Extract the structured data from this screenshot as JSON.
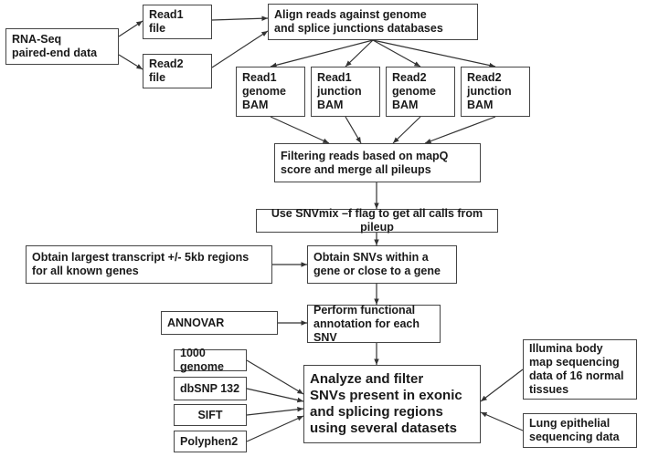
{
  "nodes": {
    "rnaseq": "RNA-Seq\npaired-end data",
    "read1_file": "Read1\nfile",
    "read2_file": "Read2\nfile",
    "align": "Align reads against genome\nand splice junctions databases",
    "r1_genome_bam": "Read1\ngenome\nBAM",
    "r1_junction_bam": "Read1\njunction\nBAM",
    "r2_genome_bam": "Read2\ngenome\nBAM",
    "r2_junction_bam": "Read2\njunction\nBAM",
    "filter": "Filtering reads based on mapQ\nscore and merge all pileups",
    "snvmix": "Use SNVmix –f flag to get all calls from pileup",
    "largest_transcript": "Obtain largest transcript +/- 5kb regions\nfor all known genes",
    "obtain_snvs": "Obtain SNVs within a\ngene or close to a gene",
    "annovar": "ANNOVAR",
    "functional": "Perform functional\nannotation for each SNV",
    "g1000": "1000 genome",
    "dbsnp": "dbSNP 132",
    "sift": "SIFT",
    "polyphen": "Polyphen2",
    "analyze": "Analyze and filter\nSNVs present in exonic\nand splicing regions\nusing several datasets",
    "illumina": "Illumina body\nmap sequencing\ndata of 16 normal\ntissues",
    "lung": "Lung epithelial\nsequencing data"
  },
  "edges": [
    [
      "rnaseq",
      "read1_file"
    ],
    [
      "rnaseq",
      "read2_file"
    ],
    [
      "read1_file",
      "align"
    ],
    [
      "read2_file",
      "align"
    ],
    [
      "align",
      "r1_genome_bam"
    ],
    [
      "align",
      "r1_junction_bam"
    ],
    [
      "align",
      "r2_genome_bam"
    ],
    [
      "align",
      "r2_junction_bam"
    ],
    [
      "r1_genome_bam",
      "filter"
    ],
    [
      "r1_junction_bam",
      "filter"
    ],
    [
      "r2_genome_bam",
      "filter"
    ],
    [
      "r2_junction_bam",
      "filter"
    ],
    [
      "filter",
      "snvmix"
    ],
    [
      "snvmix",
      "obtain_snvs"
    ],
    [
      "largest_transcript",
      "obtain_snvs"
    ],
    [
      "obtain_snvs",
      "functional"
    ],
    [
      "annovar",
      "functional"
    ],
    [
      "functional",
      "analyze"
    ],
    [
      "g1000",
      "analyze"
    ],
    [
      "dbsnp",
      "analyze"
    ],
    [
      "sift",
      "analyze"
    ],
    [
      "polyphen",
      "analyze"
    ],
    [
      "illumina",
      "analyze"
    ],
    [
      "lung",
      "analyze"
    ]
  ],
  "colors": {
    "border": "#444444",
    "arrow": "#333333",
    "text": "#1a1a1a"
  }
}
